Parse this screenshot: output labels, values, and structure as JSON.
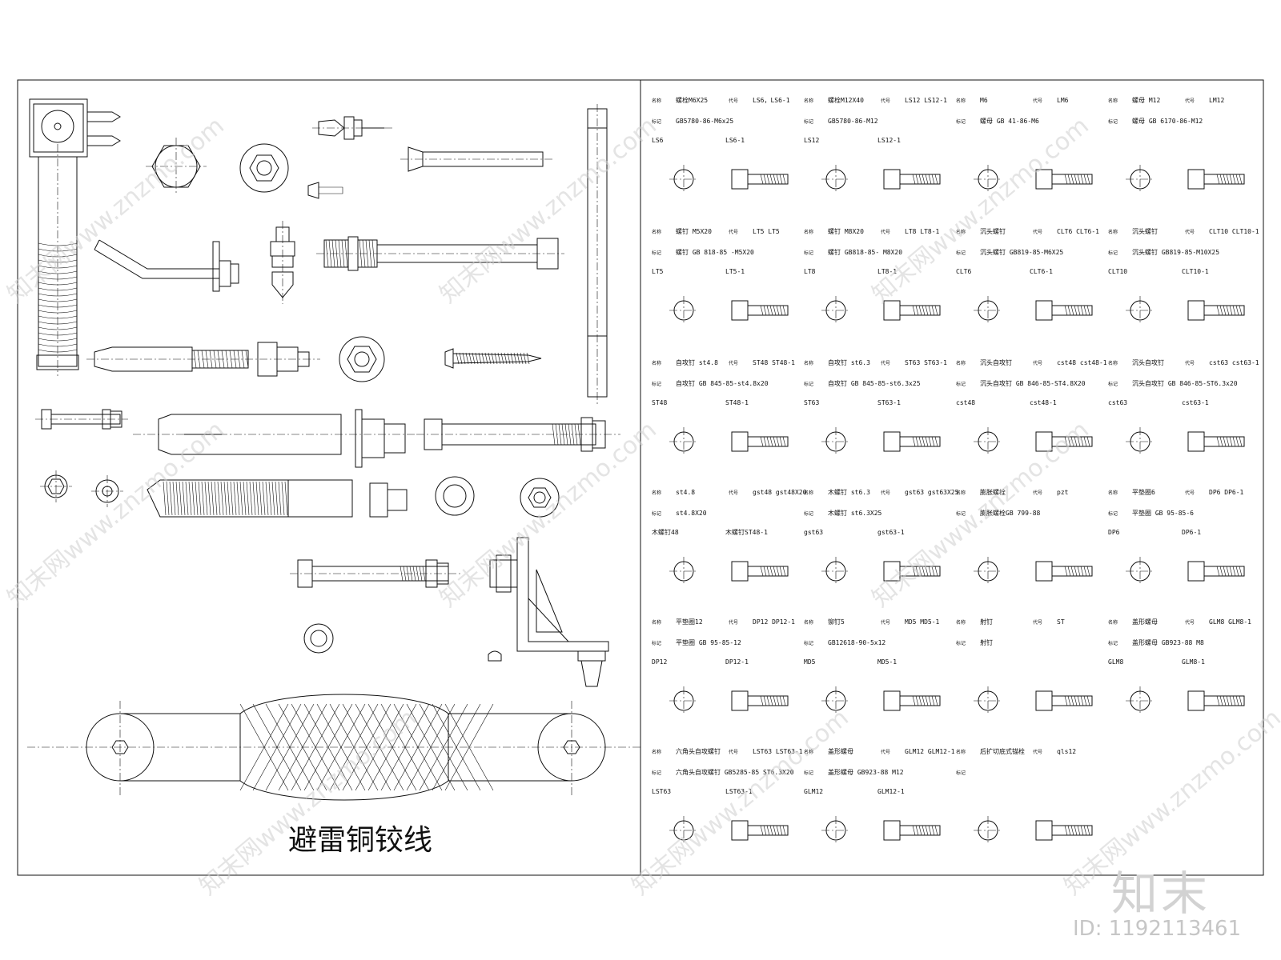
{
  "left_panel": {
    "caption": "避雷铜铰线"
  },
  "right_panel": {
    "rows": [
      {
        "cells": [
          {
            "name_prefix": "名称",
            "name_val": "螺栓M6X25",
            "code_prefix": "代号",
            "code_val": "LS6，LS6-1",
            "std_prefix": "标记",
            "std_val": "GB5780-86-M6x25",
            "items": [
              "LS6",
              "LS6-1"
            ]
          },
          {
            "name_prefix": "名称",
            "name_val": "螺栓M12X40",
            "code_prefix": "代号",
            "code_val": "LS12  LS12-1",
            "std_prefix": "标记",
            "std_val": "GB5780-86-M12",
            "items": [
              "LS12",
              "LS12-1"
            ]
          },
          {
            "name_prefix": "名称",
            "name_val": "M6",
            "code_prefix": "代号",
            "code_val": "LM6",
            "std_prefix": "标记",
            "std_val": "螺母 GB 41-86-M6",
            "items": []
          },
          {
            "name_prefix": "名称",
            "name_val": "螺母 M12",
            "code_prefix": "代号",
            "code_val": "LM12",
            "std_prefix": "标记",
            "std_val": "螺母 GB 6170-86-M12",
            "items": []
          }
        ]
      },
      {
        "cells": [
          {
            "name_prefix": "名称",
            "name_val": "螺钉 M5X20",
            "code_prefix": "代号",
            "code_val": "LT5  LT5",
            "std_prefix": "标记",
            "std_val": "螺钉 GB 818-85  -M5X20",
            "items": [
              "LT5",
              "LT5-1"
            ]
          },
          {
            "name_prefix": "名称",
            "name_val": "螺钉 M8X20",
            "code_prefix": "代号",
            "code_val": "LT8  LT8-1",
            "std_prefix": "标记",
            "std_val": "螺钉 GB818-85- M8X20",
            "items": [
              "LT8",
              "LT8-1"
            ]
          },
          {
            "name_prefix": "名称",
            "name_val": "沉头螺钉",
            "code_prefix": "代号",
            "code_val": "CLT6  CLT6-1",
            "std_prefix": "标记",
            "std_val": "沉头螺钉 GB819-85-M6X25",
            "items": [
              "CLT6",
              "CLT6-1"
            ]
          },
          {
            "name_prefix": "名称",
            "name_val": "沉头螺钉",
            "code_prefix": "代号",
            "code_val": "CLT10  CLT10-1",
            "std_prefix": "标记",
            "std_val": "沉头螺钉 GB819-85-M10X25",
            "items": [
              "CLT10",
              "CLT10-1"
            ]
          }
        ]
      },
      {
        "cells": [
          {
            "name_prefix": "名称",
            "name_val": "自攻钉 st4.8",
            "code_prefix": "代号",
            "code_val": "ST48  ST48-1",
            "std_prefix": "标记",
            "std_val": "自攻钉 GB 845-85-st4.8x20",
            "items": [
              "ST48",
              "ST48-1"
            ]
          },
          {
            "name_prefix": "名称",
            "name_val": "自攻钉 st6.3",
            "code_prefix": "代号",
            "code_val": "ST63  ST63-1",
            "std_prefix": "标记",
            "std_val": "自攻钉 GB 845-85-st6.3x25",
            "items": [
              "ST63",
              "ST63-1"
            ]
          },
          {
            "name_prefix": "名称",
            "name_val": "沉头自攻钉",
            "code_prefix": "代号",
            "code_val": "cst48  cst48-1",
            "std_prefix": "标记",
            "std_val": "沉头自攻钉 GB 846-85-ST4.8X20",
            "items": [
              "cst48",
              "cst48-1"
            ]
          },
          {
            "name_prefix": "名称",
            "name_val": "沉头自攻钉",
            "code_prefix": "代号",
            "code_val": "cst63  cst63-1",
            "std_prefix": "标记",
            "std_val": "沉头自攻钉 GB 846-85-ST6.3x20",
            "items": [
              "cst63",
              "cst63-1"
            ]
          }
        ]
      },
      {
        "cells": [
          {
            "name_prefix": "名称",
            "name_val": "st4.8",
            "code_prefix": "代号",
            "code_val": "gst48  gst48X20",
            "std_prefix": "标记",
            "std_val": "st4.8X20",
            "items": [
              "木螺钉48",
              "木螺钉ST48-1"
            ]
          },
          {
            "name_prefix": "名称",
            "name_val": "木螺钉 st6.3",
            "code_prefix": "代号",
            "code_val": "gst63  gst63X25",
            "std_prefix": "标记",
            "std_val": "木螺钉 st6.3X25",
            "items": [
              "gst63",
              "gst63-1"
            ]
          },
          {
            "name_prefix": "名称",
            "name_val": "膨胀螺栓",
            "code_prefix": "代号",
            "code_val": "pzt",
            "std_prefix": "标记",
            "std_val": "膨胀螺栓GB 799-88",
            "items": []
          },
          {
            "name_prefix": "名称",
            "name_val": "平垫圈6",
            "code_prefix": "代号",
            "code_val": "DP6  DP6-1",
            "std_prefix": "标记",
            "std_val": "平垫圈 GB 95-85-6",
            "items": [
              "DP6",
              "DP6-1"
            ]
          }
        ]
      },
      {
        "cells": [
          {
            "name_prefix": "名称",
            "name_val": "平垫圈12",
            "code_prefix": "代号",
            "code_val": "DP12  DP12-1",
            "std_prefix": "标记",
            "std_val": "平垫圈 GB 95-85-12",
            "items": [
              "DP12",
              "DP12-1"
            ]
          },
          {
            "name_prefix": "名称",
            "name_val": "铆钉5",
            "code_prefix": "代号",
            "code_val": "MD5  MD5-1",
            "std_prefix": "标记",
            "std_val": "GB12618-90-5x12",
            "items": [
              "MD5",
              "MD5-1"
            ]
          },
          {
            "name_prefix": "名称",
            "name_val": "射钉",
            "code_prefix": "代号",
            "code_val": "ST",
            "std_prefix": "标记",
            "std_val": "射钉",
            "items": []
          },
          {
            "name_prefix": "名称",
            "name_val": "盖形螺母",
            "code_prefix": "代号",
            "code_val": "GLM8  GLM8-1",
            "std_prefix": "标记",
            "std_val": "盖形螺母 GB923-88 M8",
            "items": [
              "GLM8",
              "GLM8-1"
            ]
          }
        ]
      },
      {
        "cells": [
          {
            "name_prefix": "名称",
            "name_val": "六角头自攻螺钉",
            "code_prefix": "代号",
            "code_val": "LST63  LST63-1",
            "std_prefix": "标记",
            "std_val": "六角头自攻螺钉 GB5285-85  ST6.3X20",
            "items": [
              "LST63",
              "LST63-1"
            ]
          },
          {
            "name_prefix": "名称",
            "name_val": "盖形螺母",
            "code_prefix": "代号",
            "code_val": "GLM12  GLM12-1",
            "std_prefix": "标记",
            "std_val": "盖形螺母 GB923-88 M12",
            "items": [
              "GLM12",
              "GLM12-1"
            ]
          },
          {
            "name_prefix": "名称",
            "name_val": "后扩切底式锚栓",
            "code_prefix": "代号",
            "code_val": "qls12",
            "std_prefix": "标记",
            "std_val": "",
            "items": []
          },
          {
            "name_prefix": "",
            "name_val": "",
            "code_prefix": "",
            "code_val": "",
            "std_prefix": "",
            "std_val": "",
            "items": []
          }
        ]
      }
    ]
  },
  "watermark": {
    "text": "知末网www.znzmo.com",
    "logo": "知末",
    "image_id": "ID: 1192113461"
  }
}
